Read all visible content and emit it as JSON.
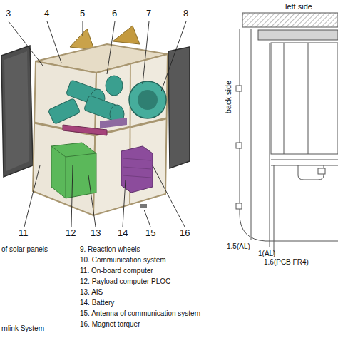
{
  "diagram": {
    "labels": [
      "3",
      "4",
      "5",
      "6",
      "7",
      "8",
      "left side",
      "back side",
      "11",
      "12",
      "13",
      "14",
      "15",
      "16",
      "1.5(AL)",
      "1(AL)",
      "1.6(PCB FR4)",
      "of solar panels",
      "9. Reaction wheels",
      "10. Communication system",
      "11. On-board computer",
      "12. Payload computer PLOC",
      "13. AIS",
      "14. Battery",
      "15. Antenna of communication system",
      "16. Magnet torquer",
      "rnlink System"
    ]
  }
}
